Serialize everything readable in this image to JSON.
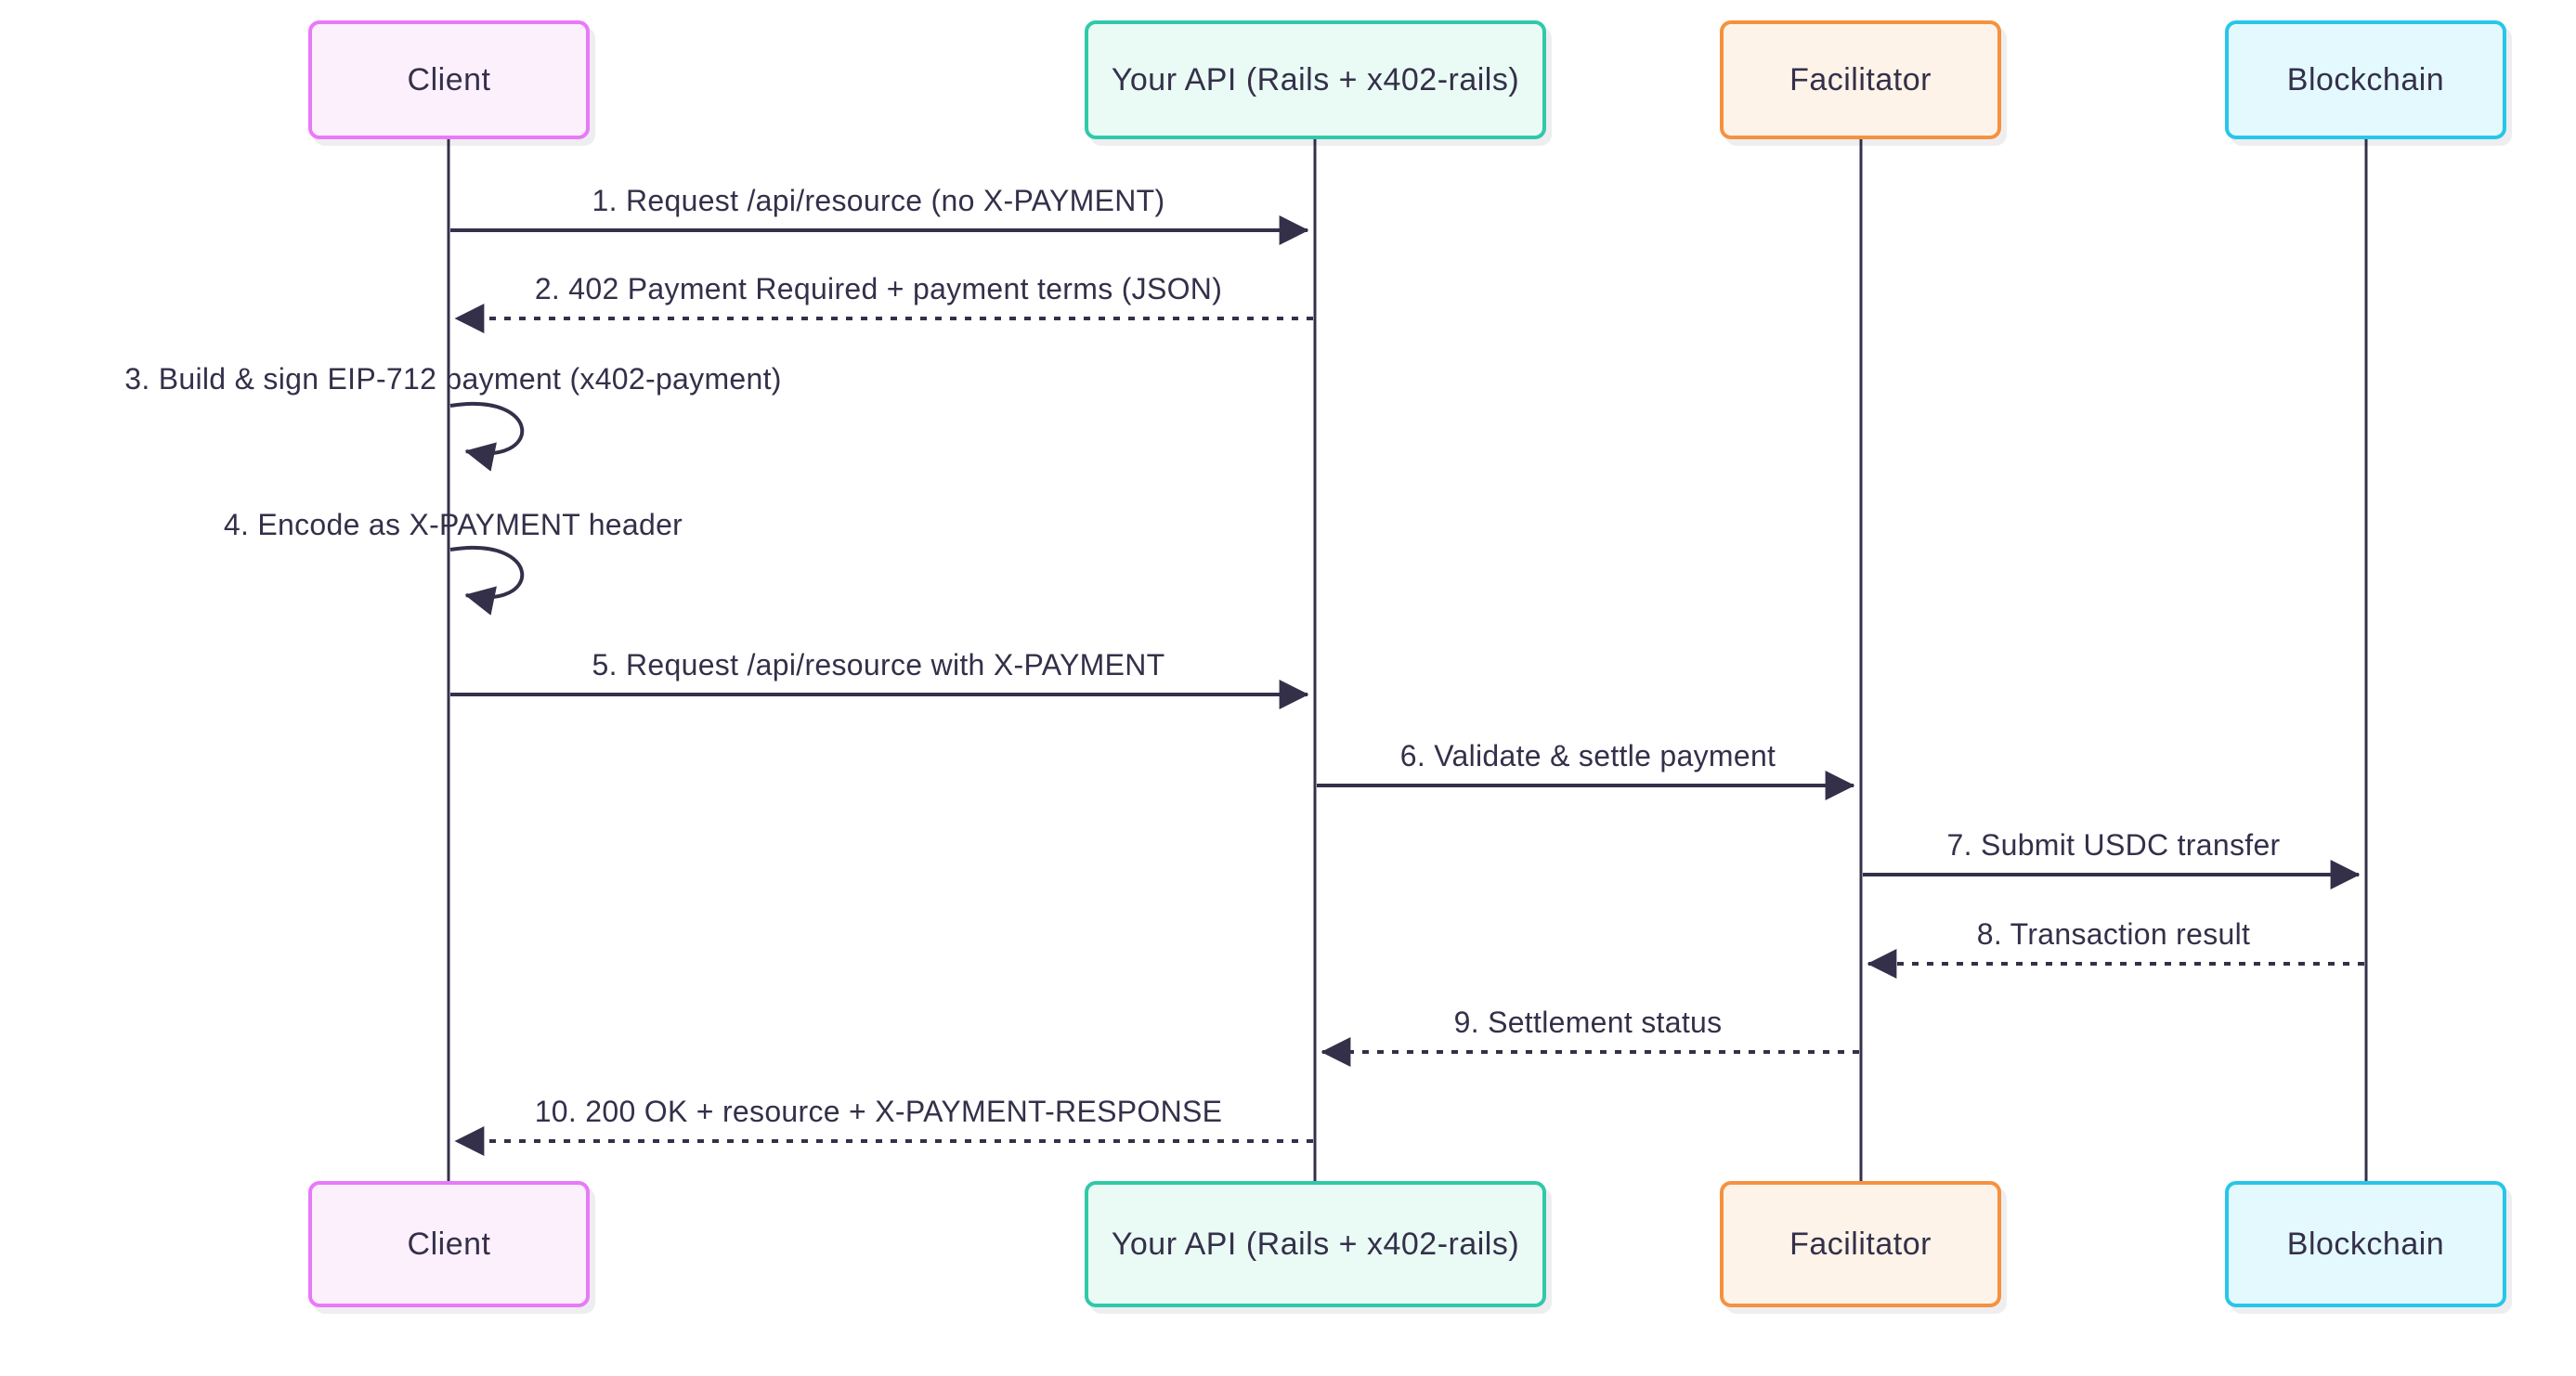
{
  "diagram": {
    "type": "sequence-diagram",
    "colors": {
      "line": "#34304a",
      "text": "#34304a"
    },
    "actors": [
      {
        "name": "Client",
        "fill": "#fdf0fd",
        "border": "#e879f9"
      },
      {
        "name": "Your API (Rails + x402-rails)",
        "fill": "#eafaf5",
        "border": "#30c9a8"
      },
      {
        "name": "Facilitator",
        "fill": "#fdf3e8",
        "border": "#f5923f"
      },
      {
        "name": "Blockchain",
        "fill": "#e4f9fe",
        "border": "#27c6ea"
      }
    ],
    "messages": [
      {
        "order": "1",
        "label": "1. Request /api/resource (no X-PAYMENT)",
        "from": "Client",
        "to": "Your API (Rails + x402-rails)",
        "line": "solid",
        "direction": "right"
      },
      {
        "order": "2",
        "label": "2. 402 Payment Required + payment terms (JSON)",
        "from": "Your API (Rails + x402-rails)",
        "to": "Client",
        "line": "dashed",
        "direction": "left"
      },
      {
        "order": "3",
        "label": "3. Build & sign EIP-712 payment (x402-payment)",
        "from": "Client",
        "to": "Client",
        "line": "solid",
        "direction": "self"
      },
      {
        "order": "4",
        "label": "4. Encode as X-PAYMENT header",
        "from": "Client",
        "to": "Client",
        "line": "solid",
        "direction": "self"
      },
      {
        "order": "5",
        "label": "5. Request /api/resource with X-PAYMENT",
        "from": "Client",
        "to": "Your API (Rails + x402-rails)",
        "line": "solid",
        "direction": "right"
      },
      {
        "order": "6",
        "label": "6. Validate & settle payment",
        "from": "Your API (Rails + x402-rails)",
        "to": "Facilitator",
        "line": "solid",
        "direction": "right"
      },
      {
        "order": "7",
        "label": "7. Submit USDC transfer",
        "from": "Facilitator",
        "to": "Blockchain",
        "line": "solid",
        "direction": "right"
      },
      {
        "order": "8",
        "label": "8. Transaction result",
        "from": "Blockchain",
        "to": "Facilitator",
        "line": "dashed",
        "direction": "left"
      },
      {
        "order": "9",
        "label": "9. Settlement status",
        "from": "Facilitator",
        "to": "Your API (Rails + x402-rails)",
        "line": "dashed",
        "direction": "left"
      },
      {
        "order": "10",
        "label": "10. 200 OK + resource + X-PAYMENT-RESPONSE",
        "from": "Your API (Rails + x402-rails)",
        "to": "Client",
        "line": "dashed",
        "direction": "left"
      }
    ]
  }
}
